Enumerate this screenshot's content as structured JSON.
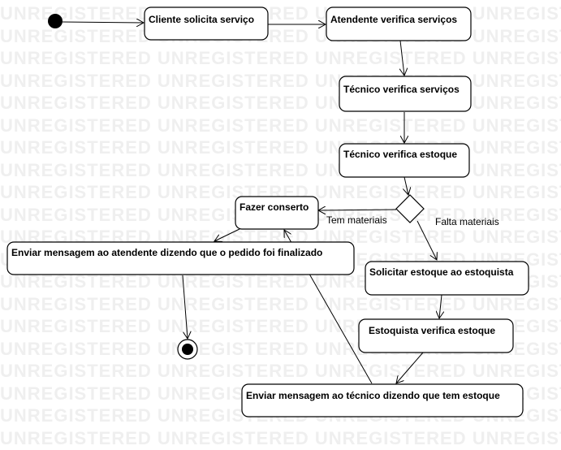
{
  "watermark": {
    "text": "UNREGISTERED"
  },
  "nodes": {
    "cliente": "Cliente solicita serviço",
    "atendente": "Atendente verifica serviços",
    "tecnico_servicos": "Técnico verifica serviços",
    "tecnico_estoque": "Técnico verifica estoque",
    "fazer_conserto": "Fazer conserto",
    "msg_atendente": "Enviar mensagem ao atendente dizendo que o pedido foi finalizado",
    "solicitar_estoque": "Solicitar estoque ao estoquista",
    "estoquista_verifica": "Estoquista verifica estoque",
    "msg_tecnico": "Enviar mensagem ao técnico dizendo que tem estoque"
  },
  "guards": {
    "tem_materiais": "Tem materiais",
    "falta_materiais": "Falta materiais"
  }
}
